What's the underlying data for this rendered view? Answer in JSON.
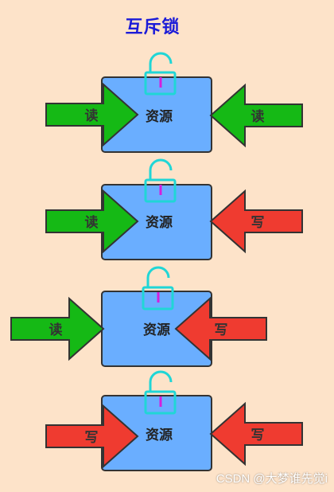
{
  "title": "互斥锁",
  "resource_label": "资源",
  "colors": {
    "background": "#fde3c9",
    "title": "#1b1bd8",
    "resource_fill": "#6aaeff",
    "read_arrow": "#15b915",
    "write_arrow": "#ef3b30",
    "lock": "#20d6d6",
    "lock_key": "#d51fdc"
  },
  "scenarios": [
    {
      "left_label": "读",
      "left_type": "read",
      "right_label": "读",
      "right_type": "read"
    },
    {
      "left_label": "读",
      "left_type": "read",
      "right_label": "写",
      "right_type": "write"
    },
    {
      "left_label": "读",
      "left_type": "read",
      "right_label": "写",
      "right_type": "write"
    },
    {
      "left_label": "写",
      "left_type": "write",
      "right_label": "写",
      "right_type": "write"
    }
  ],
  "watermark": "CSDN @大梦谁先觉i"
}
